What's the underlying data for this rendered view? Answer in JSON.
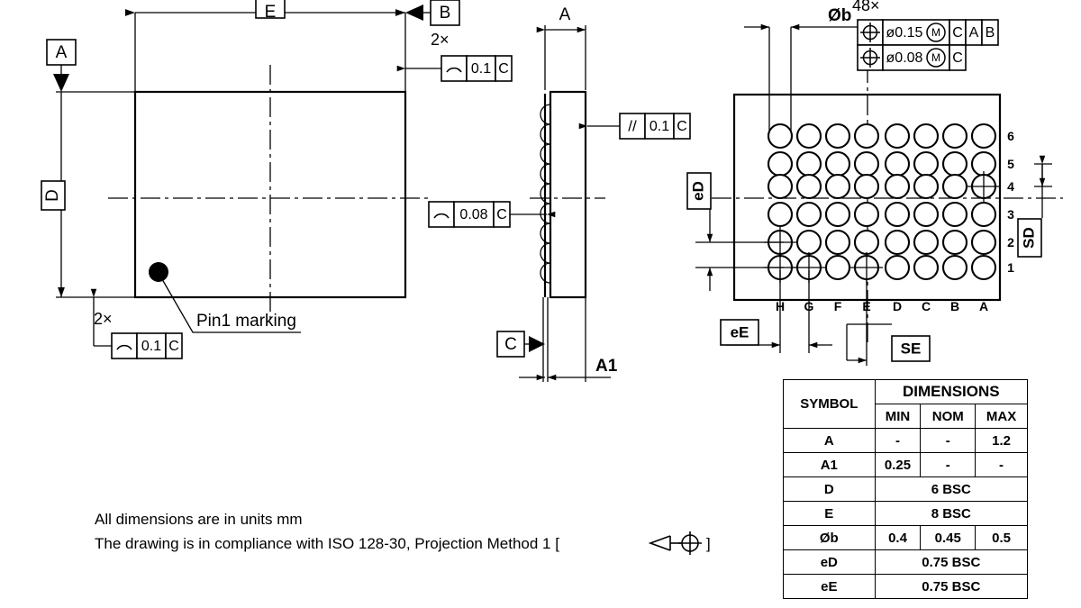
{
  "notes": [
    "All dimensions are in units mm",
    "The drawing is in compliance with ISO 128-30, Projection Method 1 ["
  ],
  "notes_tail": "]",
  "top_view": {
    "dim_e": "E",
    "dim_d": "D",
    "datum_a": "A",
    "datum_b": "B",
    "pin1_label": "Pin1 marking",
    "fcf_top": {
      "multiplier": "2×",
      "symbol": "profile-surface",
      "tolerance": "0.1",
      "datum": "C"
    },
    "fcf_bottom": {
      "multiplier": "2×",
      "symbol": "profile-surface",
      "tolerance": "0.1",
      "datum": "C"
    }
  },
  "side_view": {
    "dim_a": "A",
    "dim_a1": "A1",
    "datum_c": "C",
    "fcf_parallel": {
      "symbol": "//",
      "tolerance": "0.1",
      "datum": "C"
    },
    "fcf_profile": {
      "symbol": "profile-surface",
      "tolerance": "0.08",
      "datum": "C"
    }
  },
  "bottom_view": {
    "ball_count": "48×",
    "dim_ob": "Øb",
    "dim_ed": "eD",
    "dim_ee": "eE",
    "dim_sd": "SD",
    "dim_se": "SE",
    "columns": [
      "H",
      "G",
      "F",
      "E",
      "D",
      "C",
      "B",
      "A"
    ],
    "rows": [
      "6",
      "5",
      "4",
      "3",
      "2",
      "1"
    ],
    "fcf_1": {
      "symbol": "position",
      "diameter": "ø0.15",
      "modifier": "M",
      "datums": [
        "C",
        "A",
        "B"
      ]
    },
    "fcf_2": {
      "symbol": "position",
      "diameter": "ø0.08",
      "modifier": "M",
      "datums": [
        "C"
      ]
    }
  },
  "table": {
    "col_symbol": "SYMBOL",
    "col_dimensions": "DIMENSIONS",
    "col_min": "MIN",
    "col_nom": "NOM",
    "col_max": "MAX",
    "rows": [
      {
        "symbol": "A",
        "min": "-",
        "nom": "-",
        "max": "1.2",
        "span": false
      },
      {
        "symbol": "A1",
        "min": "0.25",
        "nom": "-",
        "max": "-",
        "span": false
      },
      {
        "symbol": "D",
        "value": "6 BSC",
        "span": true
      },
      {
        "symbol": "E",
        "value": "8 BSC",
        "span": true
      },
      {
        "symbol": "Øb",
        "min": "0.4",
        "nom": "0.45",
        "max": "0.5",
        "span": false
      },
      {
        "symbol": "eD",
        "value": "0.75 BSC",
        "span": true
      },
      {
        "symbol": "eE",
        "value": "0.75 BSC",
        "span": true
      }
    ]
  },
  "chart_data": {
    "type": "table",
    "title": "BGA Package Mechanical Drawing",
    "categories": [
      "A",
      "A1",
      "D",
      "E",
      "Øb",
      "eD",
      "eE"
    ],
    "series": [
      {
        "name": "MIN",
        "values": [
          "-",
          "0.25",
          "6 BSC",
          "8 BSC",
          "0.4",
          "0.75 BSC",
          "0.75 BSC"
        ]
      },
      {
        "name": "NOM",
        "values": [
          "-",
          "-",
          "6 BSC",
          "8 BSC",
          "0.45",
          "0.75 BSC",
          "0.75 BSC"
        ]
      },
      {
        "name": "MAX",
        "values": [
          "1.2",
          "-",
          "6 BSC",
          "8 BSC",
          "0.5",
          "0.75 BSC",
          "0.75 BSC"
        ]
      }
    ]
  }
}
